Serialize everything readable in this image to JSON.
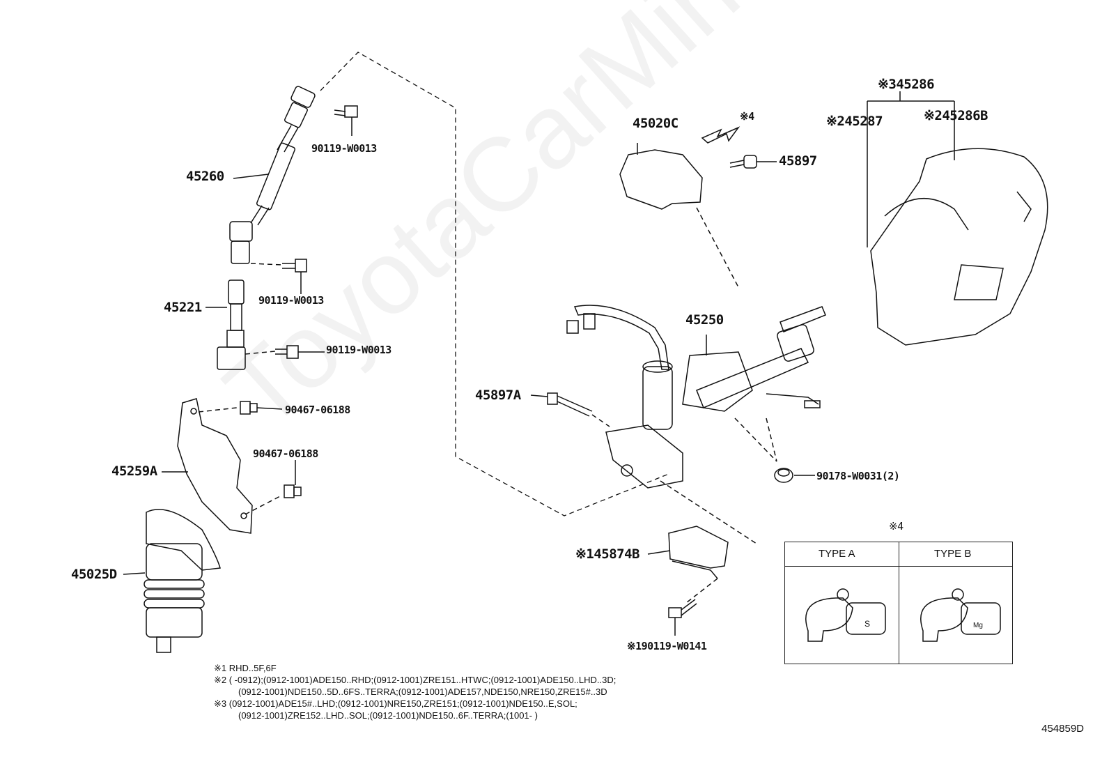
{
  "watermark": "ToyotaCarMine.ru",
  "diagram_code": "454859D",
  "labels": {
    "p45260": "45260",
    "p90119_a": "90119-W0013",
    "p90119_b": "90119-W0013",
    "p90119_c": "90119-W0013",
    "p45221": "45221",
    "p90467_a": "90467-06188",
    "p90467_b": "90467-06188",
    "p45259A": "45259A",
    "p45025D": "45025D",
    "p45020C": "45020C",
    "star4_arrow": "※4",
    "p45897": "45897",
    "p45286": "※345286",
    "p45287": "※245287",
    "p45286B": "※245286B",
    "p45250": "45250",
    "p45897A": "45897A",
    "p90178": "90178-W0031(2)",
    "p45874B": "※145874B",
    "p90119_w0141": "※190119-W0141"
  },
  "type_table": {
    "marker": "※4",
    "type_a": "TYPE A",
    "type_b": "TYPE B",
    "mark_a": "S",
    "mark_b": "Mg"
  },
  "notes": [
    "※1 RHD..5F,6F",
    "※2 (       -0912);(0912-1001)ADE150..RHD;(0912-1001)ZRE151..HTWC;(0912-1001)ADE150..LHD..3D;",
    "(0912-1001)NDE150..5D..6FS..TERRA;(0912-1001)ADE157,NDE150,NRE150,ZRE15#..3D",
    "※3 (0912-1001)ADE15#..LHD;(0912-1001)NRE150,ZRE151;(0912-1001)NDE150..E,SOL;",
    "(0912-1001)ZRE152..LHD..SOL;(0912-1001)NDE150..6F..TERRA;(1001-        )"
  ]
}
